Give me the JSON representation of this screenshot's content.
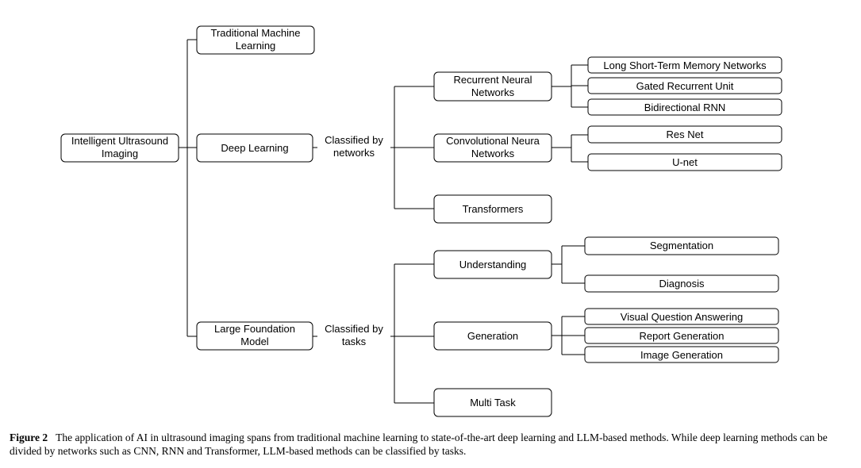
{
  "diagram": {
    "root": [
      "Intelligent Ultrasound",
      "Imaging"
    ],
    "traditional_ml": [
      "Traditional Machine",
      "Learning"
    ],
    "deep_learning": [
      "Deep Learning"
    ],
    "large_foundation_model": [
      "Large Foundation",
      "Model"
    ],
    "edge_label_networks": [
      "Classified by",
      "networks"
    ],
    "edge_label_tasks": [
      "Classified by",
      "tasks"
    ],
    "rnn": [
      "Recurrent Neural",
      "Networks"
    ],
    "cnn": [
      "Convolutional Neura",
      "Networks"
    ],
    "transformers": [
      "Transformers"
    ],
    "lstm": [
      "Long Short-Term Memory Networks"
    ],
    "gru": [
      "Gated Recurrent Unit"
    ],
    "birnn": [
      "Bidirectional RNN"
    ],
    "resnet": [
      "Res Net"
    ],
    "unet": [
      "U-net"
    ],
    "understanding": [
      "Understanding"
    ],
    "generation": [
      "Generation"
    ],
    "multi_task": [
      "Multi Task"
    ],
    "segmentation": [
      "Segmentation"
    ],
    "diagnosis": [
      "Diagnosis"
    ],
    "vqa": [
      "Visual Question Answering"
    ],
    "report_generation": [
      "Report Generation"
    ],
    "image_generation": [
      "Image Generation"
    ]
  },
  "caption": {
    "label": "Figure 2",
    "text": "The application of AI in ultrasound imaging spans from traditional machine learning to state-of-the-art deep learning and LLM-based methods. While deep learning methods can be divided by networks such as CNN, RNN and Transformer, LLM-based methods can be classified by tasks."
  }
}
